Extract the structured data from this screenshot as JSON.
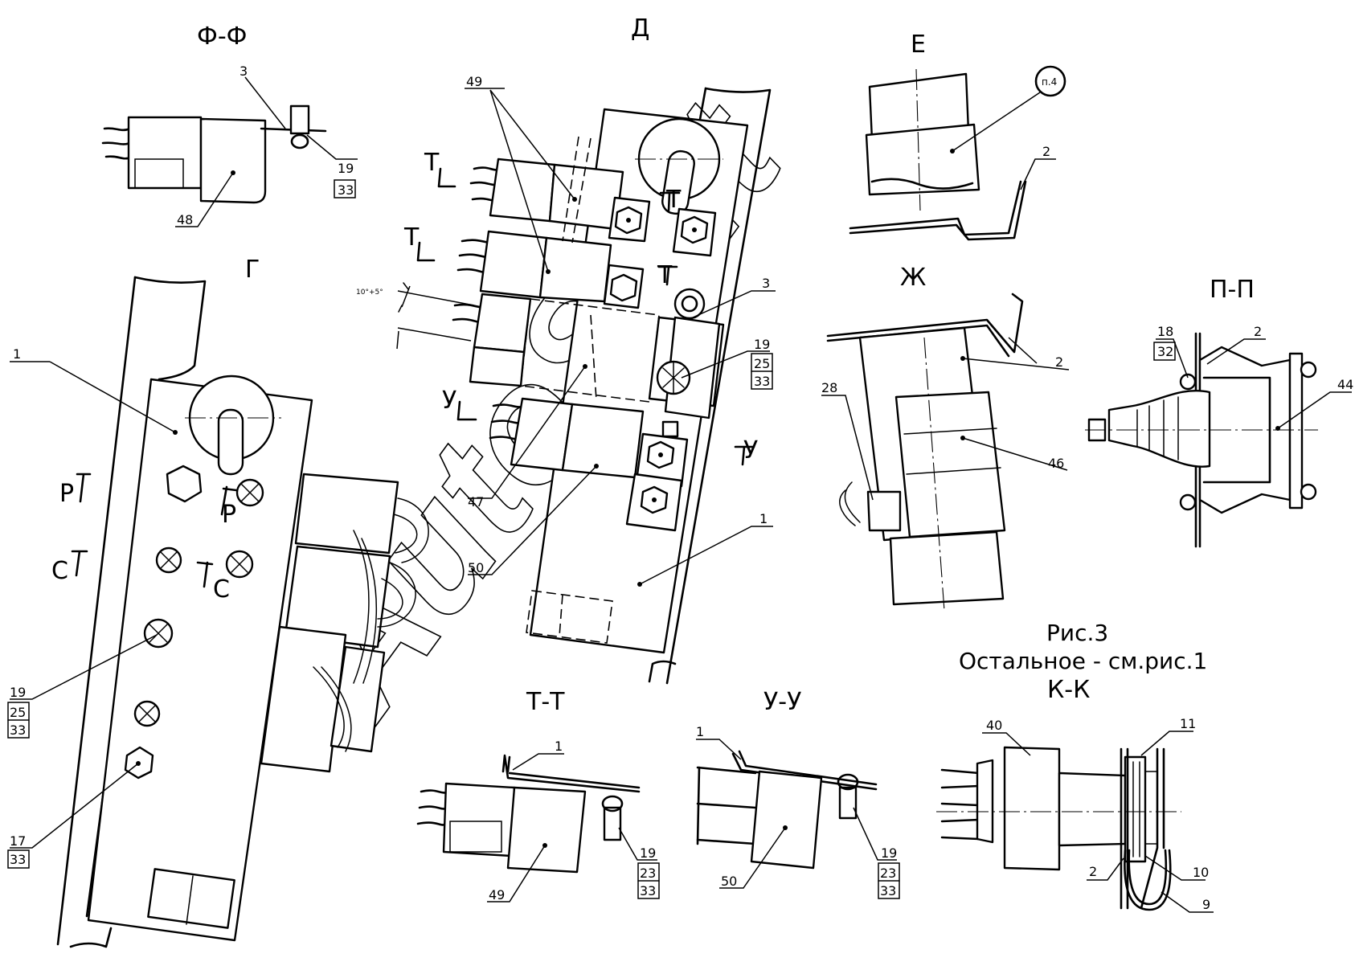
{
  "views": {
    "ff": "Ф-Ф",
    "d": "Д",
    "e": "Е",
    "g": "Г",
    "zh": "Ж",
    "pp": "П-П",
    "tt": "Т-Т",
    "uu": "У-У",
    "kk": "К-К"
  },
  "caption": {
    "fig": "Рис.3",
    "rest": "Остальное - см.рис.1"
  },
  "tolerance": "10°+5°",
  "note_ref": "п.4",
  "section_marks": {
    "t1": "Т",
    "t2": "Т",
    "t3": "Т",
    "t4": "Т",
    "u1": "У",
    "u2": "У",
    "r1": "Р",
    "r2": "Р",
    "s1": "С",
    "s2": "С"
  },
  "callouts": {
    "ff_3": "3",
    "ff_19": "19",
    "ff_33": "33",
    "ff_48": "48",
    "g_1": "1",
    "g_19": "19",
    "g_25": "25",
    "g_33a": "33",
    "g_17": "17",
    "g_33b": "33",
    "d_49": "49",
    "d_3": "3",
    "d_19": "19",
    "d_25": "25",
    "d_33": "33",
    "d_47": "47",
    "d_50": "50",
    "d_1": "1",
    "e_2": "2",
    "zh_28": "28",
    "zh_2": "2",
    "zh_46": "46",
    "pp_18": "18",
    "pp_32": "32",
    "pp_2": "2",
    "pp_44": "44",
    "tt_1": "1",
    "tt_49": "49",
    "tt_19": "19",
    "tt_23": "23",
    "tt_33": "33",
    "uu_1": "1",
    "uu_50": "50",
    "uu_19": "19",
    "uu_23": "23",
    "uu_33": "33",
    "kk_40": "40",
    "kk_11": "11",
    "kk_2": "2",
    "kk_10": "10",
    "kk_9": "9"
  },
  "watermark": "AutoSoft"
}
